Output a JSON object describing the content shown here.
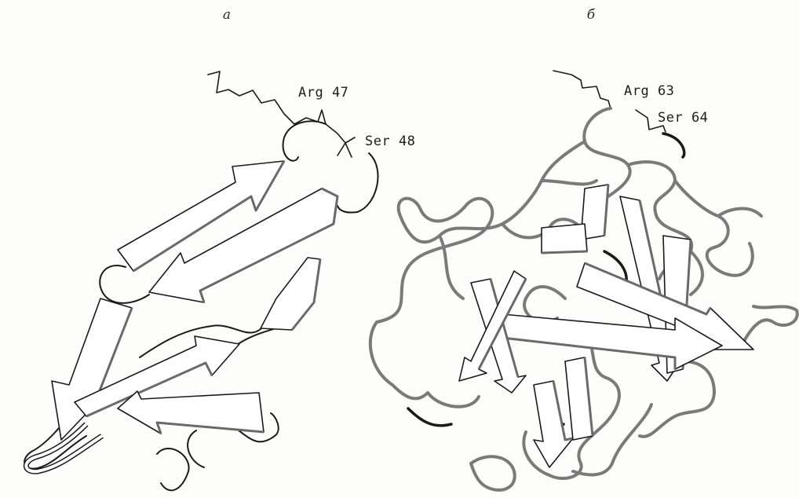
{
  "panels": [
    {
      "letter": "а",
      "labels": [
        "Arg 47",
        "Ser 48"
      ]
    },
    {
      "letter": "б",
      "labels": [
        "Arg 63",
        "Ser 64"
      ]
    }
  ]
}
